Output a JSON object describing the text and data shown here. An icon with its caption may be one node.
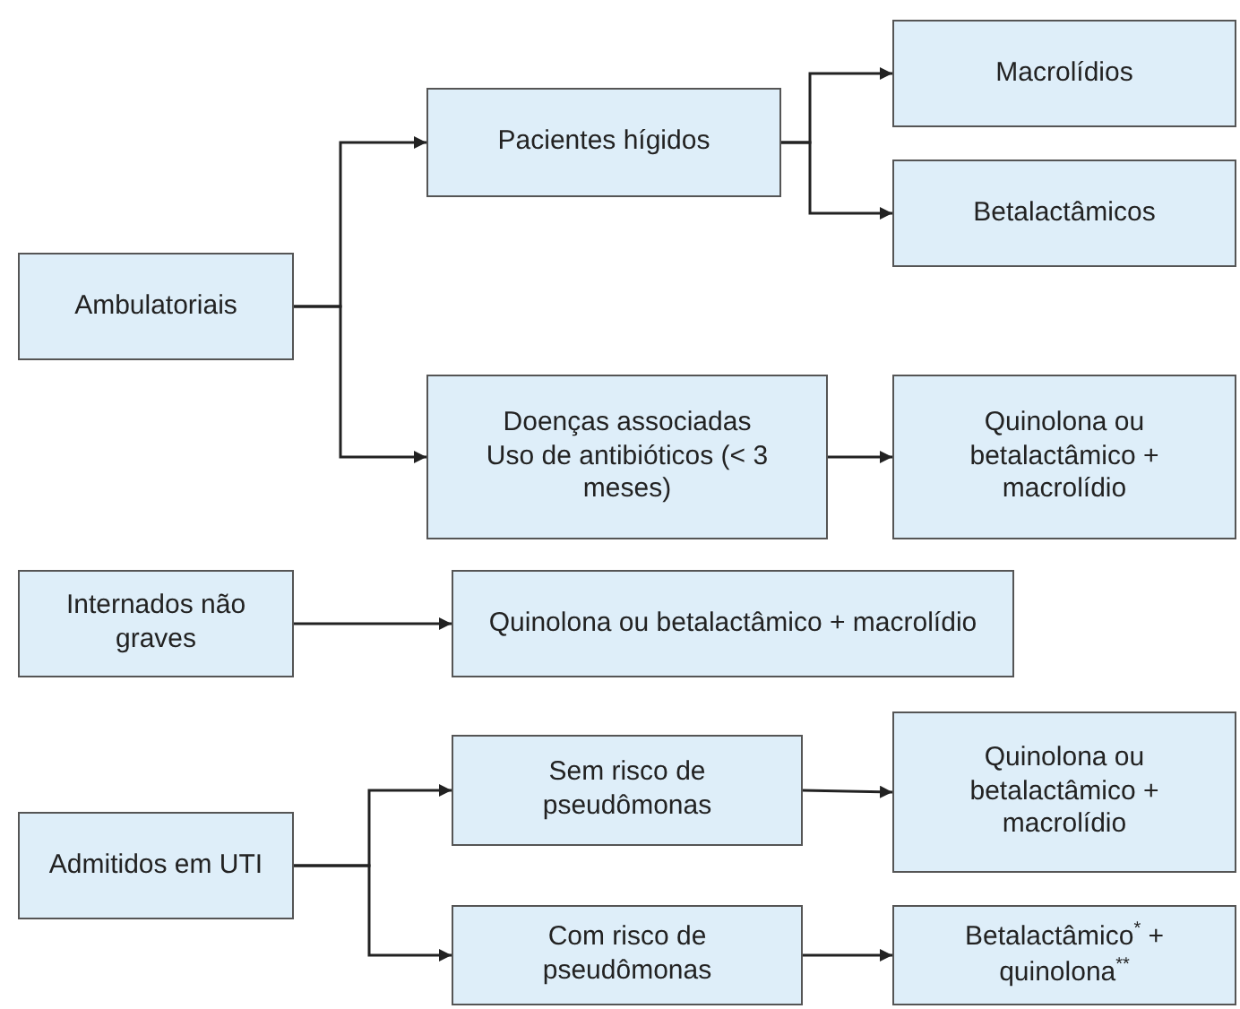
{
  "diagram": {
    "nodes": [
      {
        "text": [
          "Ambulatoriais"
        ]
      },
      {
        "text": [
          "Pacientes hígidos"
        ]
      },
      {
        "text": [
          "Macrolídios"
        ]
      },
      {
        "text": [
          "Betalactâmicos"
        ]
      },
      {
        "text": [
          "Doenças associadas",
          "Uso de antibióticos (< 3 meses)"
        ]
      },
      {
        "text": [
          "Quinolona ou betalactâmico + macrolídio"
        ]
      },
      {
        "text": [
          "Internados não graves"
        ]
      },
      {
        "text": [
          "Quinolona ou betalactâmico + macrolídio"
        ]
      },
      {
        "text": [
          "Admitidos em UTI"
        ]
      },
      {
        "text": [
          "Sem risco de pseudômonas"
        ]
      },
      {
        "text": [
          "Quinolona ou betalactâmico + macrolídio"
        ]
      },
      {
        "text": [
          "Com risco de pseudômonas"
        ]
      },
      {
        "text": [
          "Betalactâmico$^{*}$ + quinolona$^{**}$"
        ]
      }
    ],
    "edges": [
      {
        "from": 0,
        "to": 1,
        "arrow": "to"
      },
      {
        "from": 0,
        "to": 4,
        "arrow": "to"
      },
      {
        "from": 1,
        "to": 2,
        "arrow": "to"
      },
      {
        "from": 1,
        "to": 3,
        "arrow": "to"
      },
      {
        "from": 4,
        "to": 5,
        "arrow": "to"
      },
      {
        "from": 6,
        "to": 7,
        "arrow": "to"
      },
      {
        "from": 8,
        "to": 9,
        "arrow": "to"
      },
      {
        "from": 8,
        "to": 11,
        "arrow": "to"
      },
      {
        "from": 9,
        "to": 10,
        "arrow": "to"
      },
      {
        "from": 11,
        "to": 12,
        "arrow": "to"
      }
    ]
  }
}
